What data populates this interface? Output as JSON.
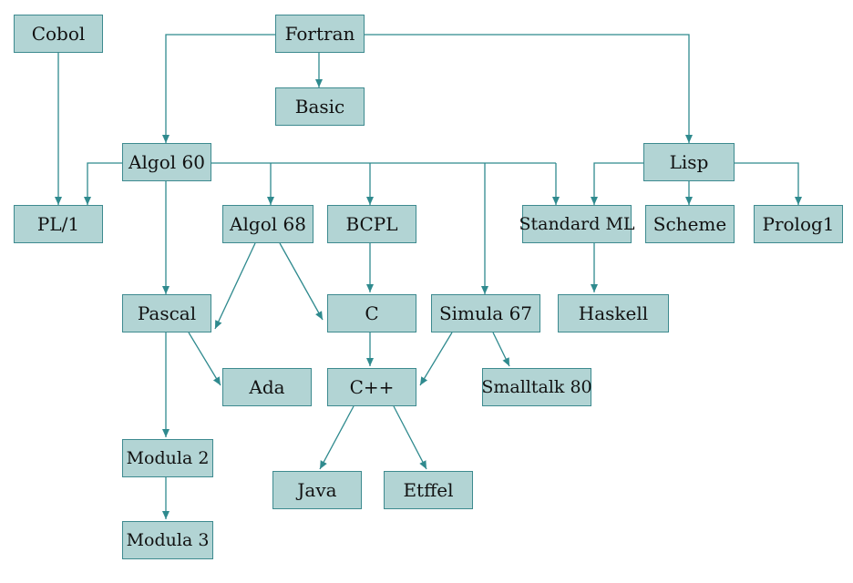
{
  "diagram": {
    "nodes": {
      "cobol": "Cobol",
      "fortran": "Fortran",
      "basic": "Basic",
      "algol60": "Algol 60",
      "lisp": "Lisp",
      "pl1": "PL/1",
      "algol68": "Algol 68",
      "bcpl": "BCPL",
      "standard_ml": "Standard ML",
      "scheme": "Scheme",
      "prolog": "Prolog1",
      "pascal": "Pascal",
      "c": "C",
      "simula67": "Simula 67",
      "haskell": "Haskell",
      "ada": "Ada",
      "cpp": "C++",
      "smalltalk80": "Smalltalk 80",
      "modula2": "Modula 2",
      "java": "Java",
      "etffel": "Etffel",
      "modula3": "Modula 3"
    },
    "edges": [
      [
        "fortran",
        "basic"
      ],
      [
        "fortran",
        "algol60"
      ],
      [
        "fortran",
        "lisp"
      ],
      [
        "cobol",
        "pl1"
      ],
      [
        "algol60",
        "pl1"
      ],
      [
        "algol60",
        "algol68"
      ],
      [
        "algol60",
        "bcpl"
      ],
      [
        "algol60",
        "simula67"
      ],
      [
        "algol60",
        "standard_ml"
      ],
      [
        "algol60",
        "pascal"
      ],
      [
        "lisp",
        "standard_ml"
      ],
      [
        "lisp",
        "scheme"
      ],
      [
        "lisp",
        "prolog"
      ],
      [
        "standard_ml",
        "haskell"
      ],
      [
        "algol68",
        "pascal"
      ],
      [
        "algol68",
        "c"
      ],
      [
        "bcpl",
        "c"
      ],
      [
        "c",
        "cpp"
      ],
      [
        "simula67",
        "cpp"
      ],
      [
        "simula67",
        "smalltalk80"
      ],
      [
        "pascal",
        "ada"
      ],
      [
        "pascal",
        "modula2"
      ],
      [
        "modula2",
        "modula3"
      ],
      [
        "cpp",
        "java"
      ],
      [
        "cpp",
        "etffel"
      ]
    ],
    "colors": {
      "node_fill": "#b2d4d4",
      "node_border": "#3d8a8f",
      "edge": "#2f8a8e"
    }
  }
}
